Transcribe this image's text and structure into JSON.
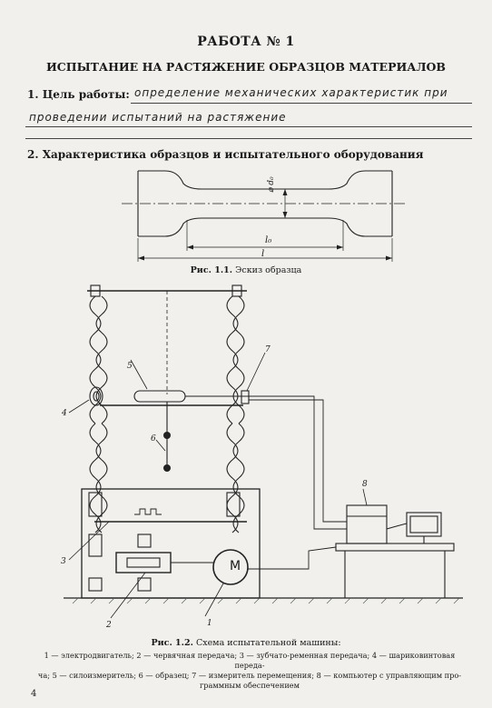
{
  "header": {
    "title": "РАБОТА № 1",
    "subtitle": "ИСПЫТАНИЕ НА РАСТЯЖЕНИЕ ОБРАЗЦОВ МАТЕРИАЛОВ"
  },
  "section1": {
    "heading": "1. Цель работы:",
    "handwritten_line1": "определение механических характеристик при",
    "handwritten_line2": "проведении испытаний на растяжение"
  },
  "section2": {
    "heading": "2. Характеристика образцов и испытательного оборудования"
  },
  "figure1": {
    "label_d0": "⌀ d₀",
    "label_l0": "l₀",
    "label_l": "l",
    "caption_num": "Рис. 1.1.",
    "caption_text": "Эскиз образца"
  },
  "figure2": {
    "callouts": [
      "1",
      "2",
      "3",
      "4",
      "5",
      "6",
      "7",
      "8"
    ],
    "motor_label": "M",
    "caption_num": "Рис. 1.2.",
    "caption_text": "Схема испытательной машины:",
    "legend_line1": "1 — электродвигатель; 2 — червячная передача; 3 — зубчато-ременная передача; 4 — шариковинтовая переда-",
    "legend_line2": "ча; 5 — силоизмеритель; 6 — образец; 7 — измеритель перемещения; 8 — компьютер с управляющим про-",
    "legend_line3": "граммным обеспечением"
  },
  "footer": {
    "page_number": "4"
  }
}
